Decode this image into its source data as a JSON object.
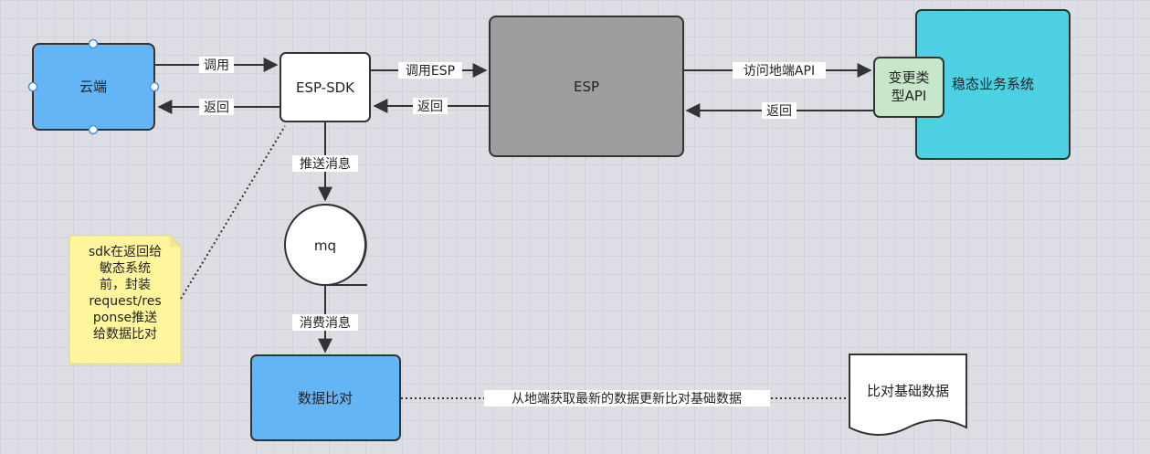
{
  "nodes": {
    "cloud": "云端",
    "esp_sdk": "ESP-SDK",
    "esp": "ESP",
    "change_api": [
      "变更类",
      "型API"
    ],
    "steady_system": "稳态业务系统",
    "mq": "mq",
    "data_compare": "数据比对",
    "baseline_doc": "比对基础数据"
  },
  "edges": {
    "cloud_to_sdk": "调用",
    "sdk_to_cloud": "返回",
    "sdk_to_esp": "调用ESP",
    "esp_to_sdk": "返回",
    "esp_to_api": "访问地端API",
    "api_to_esp": "返回",
    "sdk_to_mq": "推送消息",
    "mq_to_compare": "消费消息",
    "compare_to_baseline": "从地端获取最新的数据更新比对基础数据"
  },
  "note": {
    "lines": [
      "sdk在返回给",
      "敏态系统",
      "前，封装",
      "request/res",
      "ponse推送",
      "给数据比对"
    ]
  },
  "colors": {
    "blue_node": "#64b5f6",
    "cyan_node": "#4dd0e1",
    "gray_node": "#9e9e9e",
    "green_node": "#c8e6c9",
    "note": "#fff59d",
    "white_node": "#ffffff",
    "stroke": "#333333"
  }
}
